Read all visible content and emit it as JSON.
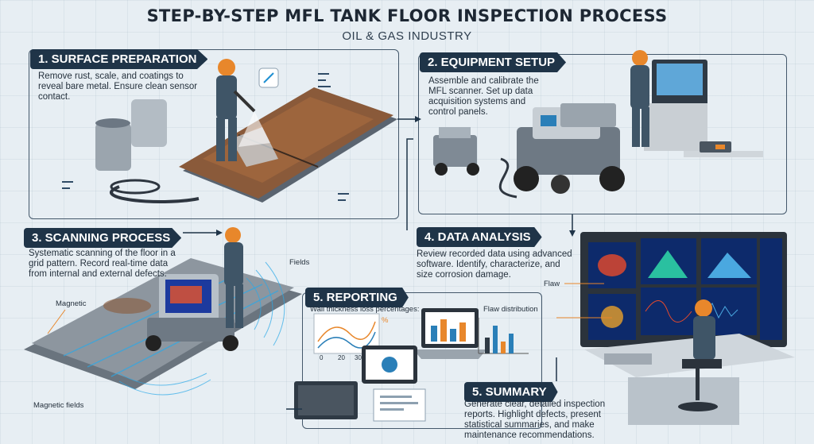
{
  "title": "STEP-BY-STEP MFL TANK FLOOR INSPECTION PROCESS",
  "subtitle": "OIL & GAS INDUSTRY",
  "steps": [
    {
      "label": "1. SURFACE PREPARATION",
      "desc": "Remove rust, scale, and coatings to reveal bare metal. Ensure clean sensor contact."
    },
    {
      "label": "2. EQUIPMENT SETUP",
      "desc": "Assemble and calibrate the MFL scanner. Set up data acquisition systems and control panels."
    },
    {
      "label": "3. SCANNING PROCESS",
      "desc": "Systematic scanning of the floor in a grid pattern. Record real-time data from internal and external defects."
    },
    {
      "label": "4. DATA ANALYSIS",
      "desc": "Review recorded data using advanced software. Identify, characterize, and size corrosion damage."
    },
    {
      "label": "5. REPORTING",
      "desc": ""
    },
    {
      "label": "5. SUMMARY",
      "desc": "Generate clear, detailed inspection reports. Highlight defects, present statistical summaries, and make maintenance recommendations."
    }
  ],
  "annotations": {
    "fields": "Fields",
    "magnetic": "Magnetic",
    "magnetic_fields": "Magnetic fields",
    "flaw": "Flaw",
    "wall_thickness": "Wall thickness loss percentages:",
    "flaw_distribution": "Flaw distribution",
    "percent": "%",
    "axis_ticks": [
      "0",
      "20",
      "30"
    ]
  },
  "colors": {
    "label_bg": "#1f3448",
    "accent_orange": "#e8872b",
    "panel_border": "#44586b"
  }
}
